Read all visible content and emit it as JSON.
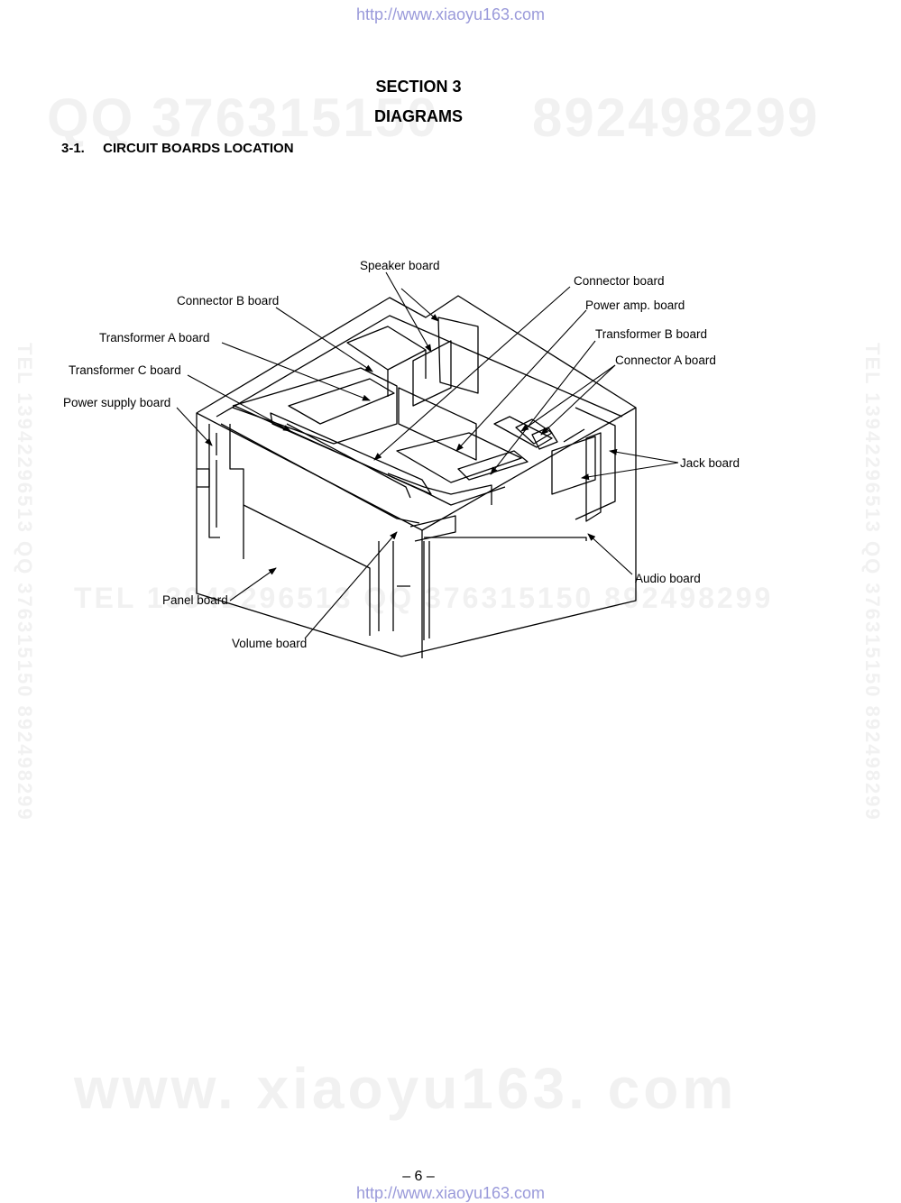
{
  "header": {
    "url": "http://www.xiaoyu163.com"
  },
  "footer": {
    "url": "http://www.xiaoyu163.com",
    "page_number": "– 6 –"
  },
  "watermarks": {
    "qq_left": "QQ 376315150",
    "qq_right": "892498299",
    "tel_mid": "TEL 13942296513 QQ 376315150 892498299",
    "site_bottom": "www. xiaoyu163. com",
    "vertical": "TEL 13942296513 QQ 376315150 892498299"
  },
  "section": {
    "title": "SECTION 3",
    "subtitle": "DIAGRAMS"
  },
  "subsection": {
    "number": "3-1.",
    "title": "CIRCUIT BOARDS LOCATION"
  },
  "diagram": {
    "labels": {
      "speaker": "Speaker board",
      "connector_b": "Connector B board",
      "connector": "Connector board",
      "power_amp": "Power amp. board",
      "transformer_a": "Transformer A board",
      "transformer_b": "Transformer B board",
      "transformer_c": "Transformer C board",
      "connector_a": "Connector A board",
      "power_supply": "Power supply board",
      "jack": "Jack board",
      "audio": "Audio board",
      "panel": "Panel board",
      "volume": "Volume board"
    }
  }
}
